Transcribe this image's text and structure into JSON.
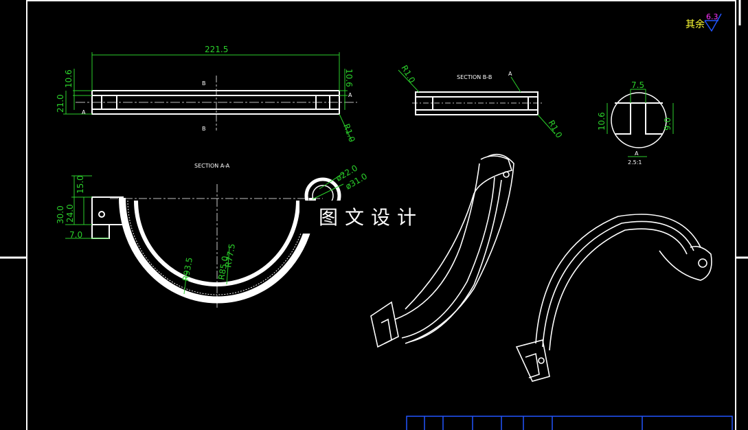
{
  "drawing": {
    "roughness_note": "其余",
    "roughness_value": "6.3",
    "watermark": "图文设计",
    "top_view": {
      "overall_length": "221.5",
      "left_height": "10.6",
      "right_height": "10.6",
      "left_total": "21.0",
      "section_mark": "B",
      "detail_mark": "A",
      "fillet": "R1.0"
    },
    "section_bb": {
      "title": "SECTION B-B",
      "fillet_top": "R1.0",
      "fillet_bottom": "R1.0",
      "detail_mark": "A"
    },
    "detail_a": {
      "label": "A",
      "scale": "2.5:1",
      "width": "7.5",
      "height_left": "10.6",
      "height_right": "9.0"
    },
    "section_aa": {
      "title": "SECTION A-A",
      "dim_15": "15.0",
      "dim_30": "30.0",
      "dim_24": "24.0",
      "dim_7": "7.0",
      "dia_22": "ø22.0",
      "dia_31": "ø31.0",
      "r_93": "R93.5",
      "r_77": "R77.5",
      "r_85": "R85.0"
    }
  }
}
